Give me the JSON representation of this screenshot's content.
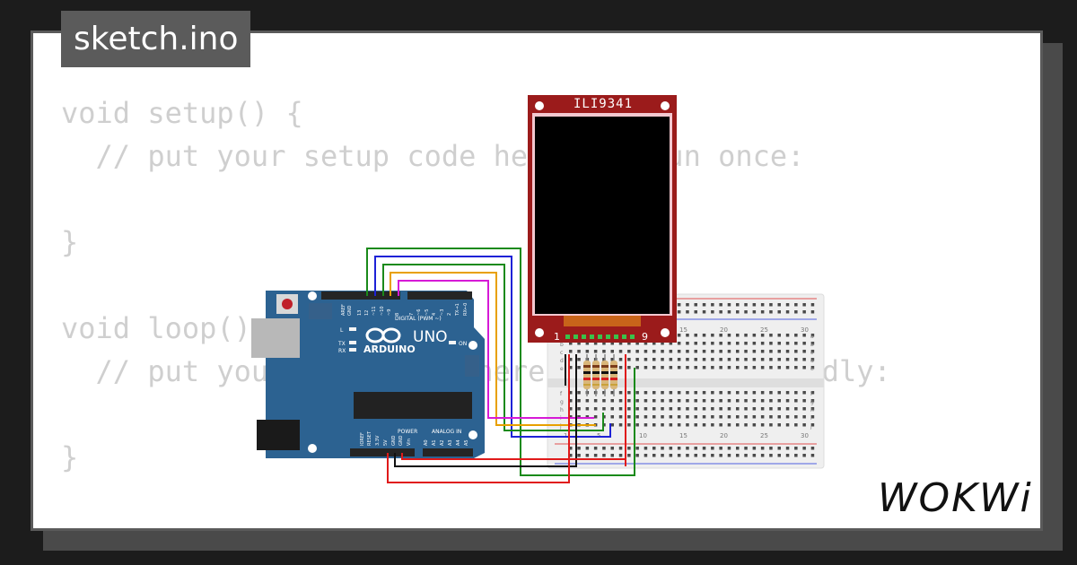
{
  "tab": {
    "filename": "sketch.ino"
  },
  "code": {
    "lines": [
      "void setup() {",
      "  // put your setup code here, to run once:",
      "",
      "}",
      "",
      "void loop() {",
      "  // put your main code here, to run repeatedly:",
      "",
      "}"
    ]
  },
  "display": {
    "title": "ILI9341",
    "pin_first": "1",
    "pin_last": "9"
  },
  "arduino": {
    "brand": "ARDUINO",
    "model": "UNO",
    "digital_label": "DIGITAL (PWM ~)",
    "power_label": "POWER",
    "analog_label": "ANALOG IN",
    "led_l": "L",
    "led_tx": "TX",
    "led_rx": "RX",
    "on_label": "ON",
    "top_pins": [
      "AREF",
      "GND",
      "13",
      "12",
      "~11",
      "~10",
      "~9",
      "8",
      "7",
      "~6",
      "~5",
      "4",
      "~3",
      "2",
      "TX→1",
      "RX←0"
    ],
    "power_pins": [
      "IOREF",
      "RESET",
      "3.3V",
      "5V",
      "GND",
      "GND",
      "Vin"
    ],
    "analog_pins": [
      "A0",
      "A1",
      "A2",
      "A3",
      "A4",
      "A5"
    ]
  },
  "breadboard": {
    "col_numbers": [
      "1",
      "5",
      "10",
      "15",
      "20",
      "25",
      "30"
    ],
    "rows_top": [
      "a",
      "b",
      "c",
      "d",
      "e"
    ],
    "rows_bottom": [
      "f",
      "g",
      "h",
      "i",
      "j"
    ]
  },
  "brand": {
    "logo": "WOKWi"
  },
  "colors": {
    "wire_green": "#1a8a1a",
    "wire_blue": "#1e22d6",
    "wire_orange": "#e8a000",
    "wire_magenta": "#d61ad6",
    "wire_red": "#e01a1a",
    "wire_black": "#111111",
    "board_blue": "#2c6291",
    "display_red": "#9b1b1b"
  }
}
